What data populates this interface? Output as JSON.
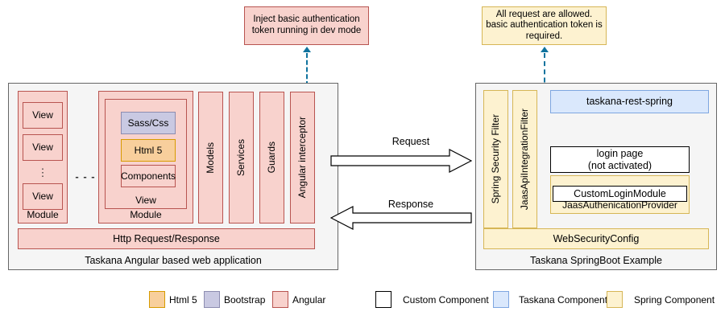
{
  "diagram": {
    "title": "Taskana security architecture",
    "colors": {
      "angular_fill": "#f8d2cd",
      "angular_stroke": "#b85450",
      "bootstrap_fill": "#c9c9e2",
      "bootstrap_stroke": "#8c8cb0",
      "html5_fill": "#f8cf9c",
      "html5_stroke": "#d79b00",
      "spring_fill": "#fdf2d0",
      "spring_stroke": "#d6b656",
      "taskana_fill": "#dae8fc",
      "taskana_stroke": "#7ea6e0",
      "custom_fill": "#ffffff",
      "custom_stroke": "#000000",
      "panel_fill": "#f5f5f5",
      "panel_stroke": "#666666",
      "connector": "#10739e"
    },
    "callouts": {
      "left": "Inject basic authentication token running in dev mode",
      "right": "All request are allowed. basic authentication token is required."
    },
    "left_panel": {
      "caption": "Taskana Angular based web application",
      "module_a": {
        "label": "Module",
        "views": [
          "View",
          "View",
          "View"
        ],
        "ellipsis": "⋮"
      },
      "modules_gap": "- - -",
      "module_b": {
        "label": "Module",
        "view_label": "View",
        "items": [
          {
            "label": "Sass/Css",
            "kind": "bootstrap"
          },
          {
            "label": "Html 5",
            "kind": "html5"
          },
          {
            "label": "Components",
            "kind": "angular"
          }
        ]
      },
      "columns": [
        "Models",
        "Services",
        "Guards",
        "Angular interceptor"
      ],
      "http_bar": "Http Request/Response"
    },
    "arrows": {
      "request": "Request",
      "response": "Response"
    },
    "right_panel": {
      "caption": "Taskana SpringBoot Example",
      "filters": [
        "Spring Security Filter",
        "JaasApiIntegrationFilter"
      ],
      "rest": "taskana-rest-spring",
      "login_page_line1": "login page",
      "login_page_line2": "(not activated)",
      "jaas_provider": "JaasAuthenicationProvider",
      "custom_login_module": "CustomLoginModule",
      "web_security_config": "WebSecurityConfig"
    },
    "legend": {
      "left_group": [
        {
          "label": "Html 5",
          "kind": "html5"
        },
        {
          "label": "Bootstrap",
          "kind": "bootstrap"
        },
        {
          "label": "Angular",
          "kind": "angular"
        }
      ],
      "right_group": [
        {
          "label": "Custom Component",
          "kind": "custom"
        },
        {
          "label": "Taskana Component",
          "kind": "taskana"
        },
        {
          "label": "Spring Component",
          "kind": "spring"
        }
      ]
    }
  }
}
